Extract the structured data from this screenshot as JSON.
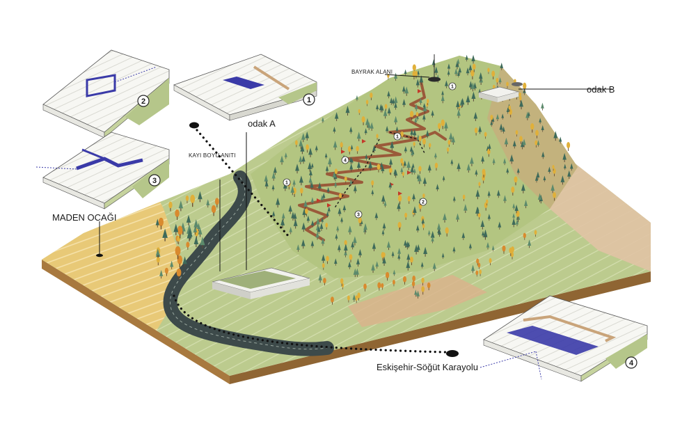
{
  "labels": {
    "odak_a": "odak A",
    "odak_b": "odak B",
    "bayrak_alani": "BAYRAK ALANI",
    "kayi_boyu_aniti": "KAYI BOYU ANITI",
    "maden_ocagi": "MADEN OCAĞI",
    "karayolu": "Eskişehir-Söğüt Karayolu"
  },
  "inset_numbers": [
    "1",
    "2",
    "3",
    "4"
  ],
  "path_markers": [
    "1",
    "1",
    "1",
    "2",
    "3",
    "4"
  ],
  "colors": {
    "terrain_green": "#b9c98a",
    "soil_brown": "#b88b55",
    "sand_yellow": "#e6c775",
    "road_dark": "#3d4a4a",
    "trail_brown": "#9a5a3a",
    "highlight_blue": "#3a3aa8",
    "tree_dark": "#3e6a5a",
    "tree_orange": "#d98a2e"
  }
}
